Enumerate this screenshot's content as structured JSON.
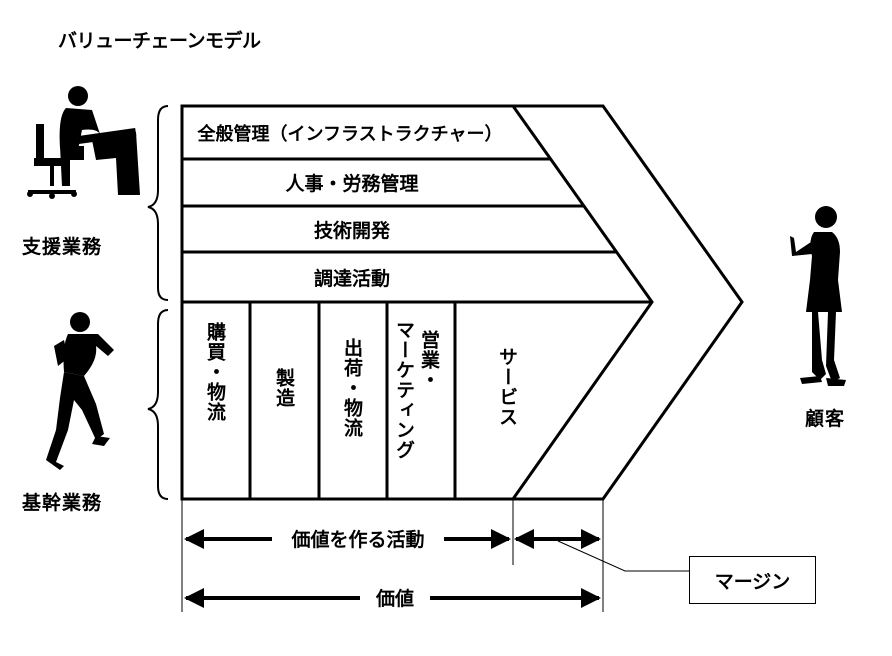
{
  "title": "バリューチェーンモデル",
  "support": {
    "label": "支援業務",
    "activities": [
      "全般管理（インフラストラクチャー）",
      "人事・労務管理",
      "技術開発",
      "調達活動"
    ]
  },
  "primary": {
    "label": "基幹業務",
    "columns": {
      "purchasing": "購買・物流",
      "manufacturing": "製造",
      "shipping": "出荷・物流",
      "sales_line1": "営業・",
      "sales_line2": "マーケティング",
      "service": "サービス"
    }
  },
  "customer": "顧客",
  "value_creation": "価値を作る活動",
  "value": "価値",
  "margin": "マージン"
}
